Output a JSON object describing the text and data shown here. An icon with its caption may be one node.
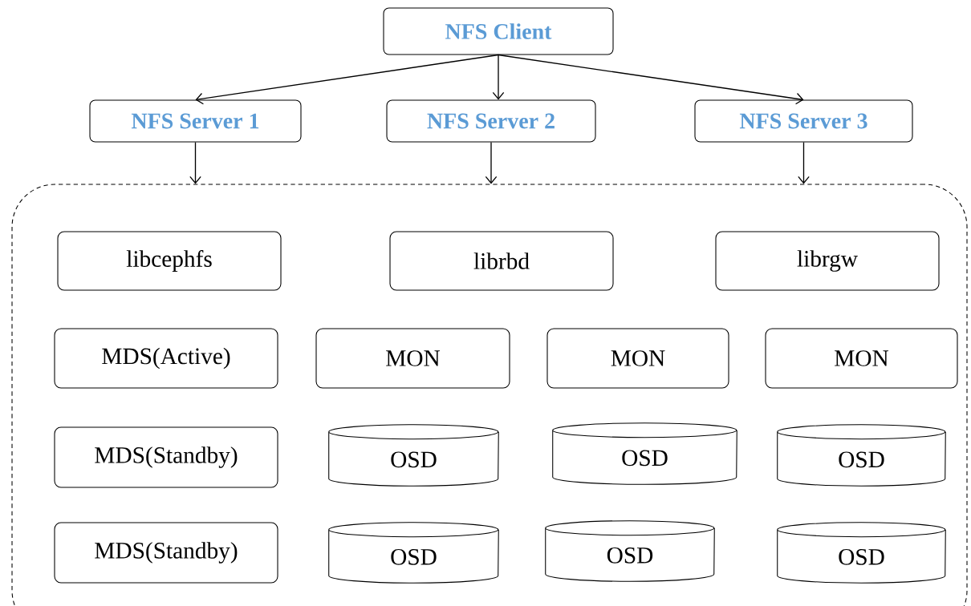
{
  "diagram": {
    "nodes": [
      {
        "text": [
          "NFS Client"
        ]
      },
      {
        "text": [
          "NFS Server 1"
        ]
      },
      {
        "text": [
          "NFS Server 2"
        ]
      },
      {
        "text": [
          "NFS Server 3"
        ]
      },
      {
        "text": [],
        "shape": "box"
      },
      {
        "text": [
          "libcephfs"
        ],
        "in": 4
      },
      {
        "text": [
          "librbd"
        ],
        "in": 4
      },
      {
        "text": [
          "librgw"
        ],
        "in": 4
      },
      {
        "text": [
          "MDS(Active)"
        ],
        "in": 4
      },
      {
        "text": [
          "MON"
        ],
        "in": 4
      },
      {
        "text": [
          "MON"
        ],
        "in": 4
      },
      {
        "text": [
          "MON"
        ],
        "in": 4
      },
      {
        "text": [
          "MDS(Standby)"
        ],
        "in": 4
      },
      {
        "text": [
          "OSD"
        ],
        "in": 4
      },
      {
        "text": [
          "OSD"
        ],
        "in": 4
      },
      {
        "text": [
          "OSD"
        ],
        "in": 4
      },
      {
        "text": [
          "MDS(Standby)"
        ],
        "in": 4
      },
      {
        "text": [
          "OSD"
        ],
        "in": 4
      },
      {
        "text": [
          "OSD"
        ],
        "in": 4
      },
      {
        "text": [
          "OSD"
        ],
        "in": 4
      }
    ],
    "edges": [
      {
        "from": 0,
        "to": 1,
        "arrow": "to"
      },
      {
        "from": 0,
        "to": 2,
        "arrow": "to"
      },
      {
        "from": 0,
        "to": 3,
        "arrow": "to"
      },
      {
        "from": 1,
        "to": 4,
        "arrow": "to"
      },
      {
        "from": 2,
        "to": 4,
        "arrow": "to"
      },
      {
        "from": 3,
        "to": 4,
        "arrow": "to"
      }
    ]
  }
}
